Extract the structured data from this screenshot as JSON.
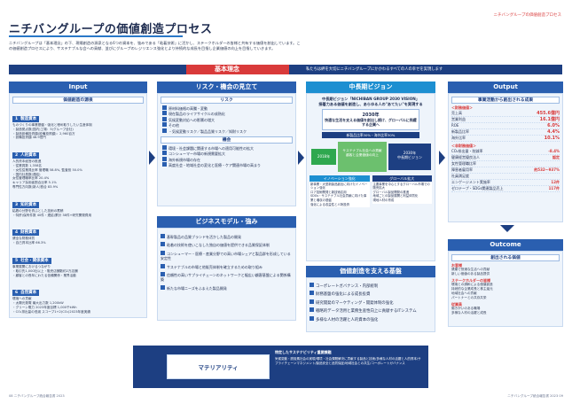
{
  "header": {
    "title": "ニチバングループの価値創造プロセス",
    "top_right": "ニチバングループの価値創造プロセス",
    "intro": "ニチバングループは「基本理念」の下、現場創造の源泉となる6つの資本を、強みである「粘着技術」に活かし、ステークホルダーの皆様と共有する価値を創出しています。この価値創造プロセスにより、サステナブルな会への貢献、並びにグループのレジリエンス強化とより持続的な成長を目指し企業価値の向上を目指していきます。"
  },
  "kihon": {
    "label": "基本理念",
    "text": "私たちは絆を大切にニチバングループにかかわるすべての人の幸せを実現します"
  },
  "input": {
    "title": "Input",
    "source_label": "価値創造の源泉",
    "capitals": [
      {
        "num": "1",
        "name": "製造資本",
        "lines": [
          "ものづくりの事業基盤・強化と埋め取りしたい生産体制",
          "・製造拠点数(国内)工場：5(グループ全社)",
          "・製造設備投資額(設備投資額)：2,960百万",
          "・設備投資額 48.9億円"
        ]
      },
      {
        "num": "2",
        "name": "人的資本",
        "lines": [
          "人的資本経営の推進",
          "・従業員数 1,358名",
          "・女性従業員比率 管理職 58.8%, 監査役 50.0%",
          "・国内社員数(連結)",
          "  女性管理職率比率 20.4%",
          "  キャリア採用者割合比率 5.1%",
          "  専門性方向数(新人)割合 83.9%"
        ]
      },
      {
        "num": "3",
        "name": "知的資本",
        "lines": [
          "粘着の分野を資ぶとした技術の蓄積",
          "・特許(保有件数 40件・連結)累計 38件+研究開発費用"
        ]
      },
      {
        "num": "4",
        "name": "財務資本",
        "lines": [
          "健全な財務体質",
          "・自己資本比率 66.3%"
        ]
      },
      {
        "num": "5",
        "name": "社会・関係資本",
        "lines": [
          "事業展開におけるつながり",
          "・取引先1,000社以上・販売店舗数約2万店舗",
          "・顧客との長年にわたる信頼関係・業界活動"
        ]
      },
      {
        "num": "6",
        "name": "自然資本",
        "lines": [
          "環境への貢献",
          "・太陽光発電 最大出力数 1,200kW",
          "・グリーン電力 2023年度目標 1,000千kWh",
          "・CO₂排出量の低減 スコープ1+2(CO₂)2023年度実績"
        ]
      }
    ]
  },
  "risk": {
    "title": "リスク・機会の見立て",
    "risk_label": "リスク",
    "risks": [
      "原材料価格の高騰・変動",
      "現在製品のライフサイクルの成熟化",
      "気候変動対応への影響の増大",
      "その他",
      "・気候変動リスク／製品品質リスク／知財リスク"
    ],
    "opp_label": "機会",
    "opps": [
      "環境・社会課題に関連する市場への適用可能性の拡大",
      "コンシューマー市場の新規需要拡大",
      "海外新規市場の存在",
      "高度社会・地域社会の変化と医療・ケア関連市場の高まり"
    ]
  },
  "strengths": {
    "title": "ビジネスモデル・強み",
    "items": [
      "基幹製品の品質ブランドを活かした製品の開発",
      "粘着の技術を使いこなした独自の価値を提供できる品質保証体制",
      "コンシューマー・医療・産業分野での高い市場シェアと製品群を形成している安定性",
      "サステナブルの市場と他販売体制を確立するための取り組み",
      "信頼性の高いサプライチェーンのネットワークと幅広い顧客基盤による関係構築",
      "新たな市場ニーズをふまえた製品開発"
    ]
  },
  "vision": {
    "title": "中長期ビジョン",
    "subtitle": "中長期ビジョン「NICHIBAN GROUP 2030 VISION」\n接着力ある価値を創造し、あらゆる人の\"あてたい\"を実現する",
    "year": "2030年",
    "goal": "快適な生活を支える価値を創出し続け、グローバルに飛躍する企業へ",
    "kpi": "新製品比率30%・海外比率30%",
    "arrow_2018": "2018年",
    "arrow_mid": "サステナブル社会への貢献\n顧客と企業価値の向上",
    "arrow_2030": "2030年\n中長期ビジョン",
    "innov_label": "イノベーション強化",
    "innov": [
      "新事業・大型新製品創出に向けたイノベーション強化",
      "ロア技術開発と新技術応用",
      "SDGs・サステナブル社会貢献に向けた事業と増収の基盤",
      "強化による収益性と人財投資"
    ],
    "global_label": "グローバル拡大",
    "global": [
      "主要事業を中心とするグローバル市場での販売拡大",
      "グローバル製品開発の推進",
      "地域ごとの製品展開と利益体質化",
      "現地人材の育成"
    ]
  },
  "foundation": {
    "title": "価値創造を支える基盤",
    "items": [
      "コーポレートガバナンス・内部統制",
      "財務基盤の強化による成長投資",
      "研究開発のマーケティング・開発体制の強化",
      "戦略的データ活用と業務生産性向上に貢献するITシステム",
      "多様な人材の活躍と人的資本の強化"
    ]
  },
  "output": {
    "title": "Output",
    "subtitle": "事業活動から創出される成果",
    "fin_label": "＜財務価値＞",
    "fin": [
      {
        "name": "売上高",
        "value": "455.6億円"
      },
      {
        "name": "営業利益",
        "value": "16.1億円"
      },
      {
        "name": "ROE",
        "value": "6.0%"
      },
      {
        "name": "新製品比率",
        "value": "4.4%"
      },
      {
        "name": "海外比率",
        "value": "10.1%"
      }
    ],
    "nonfin_label": "＜非財務価値＞",
    "nonfin": [
      {
        "name": "CO₂排出量・削減率",
        "value": "-8.4%"
      },
      {
        "name": "健康経営優良法人",
        "value": "認定"
      },
      {
        "name": "女性管理職比率",
        "value": ""
      },
      {
        "name": "障害者雇用率",
        "value": "約532〜937%"
      },
      {
        "name": "社員満足度",
        "value": ""
      },
      {
        "name": "エンゲージメント実施率",
        "value": "12件"
      },
      {
        "name": "ゼロテープ・SDGs関連製品売上",
        "value": "117件"
      }
    ]
  },
  "outcome": {
    "title": "Outcome",
    "subtitle": "創出される価値",
    "groups": [
      {
        "label": "お客様",
        "items": [
          "健康で快適な生活への貢献",
          "新しい価値のある製品提供"
        ]
      },
      {
        "label": "ステークホルダーの皆様",
        "items": [
          "環境との調和による価値創造",
          "持続的な企業成長と株主還元",
          "地域社会への貢献",
          "パートナーとの共存共栄"
        ]
      },
      {
        "label": "従業員",
        "items": [
          "働きがいのある職場",
          "多様な人材の活躍と成長"
        ]
      }
    ]
  },
  "materiality": {
    "label": "マテリアリティ",
    "heading": "特定したサステナビリティ重要課題",
    "text": "気候変動・脱炭素社会の実現/環境・社会課題解決に貢献する製品と技術/多様な人材の活躍と人的資本/サプライチェーンマネジメント/製品安全と品質保証/地域社会との共生/コーポレートガバナンス"
  },
  "footer": {
    "left": "ニチバングループ統合報告書 2023",
    "right": "ニチバングループ統合報告書 2023",
    "page_left": "08",
    "page_right": "09"
  },
  "colors": {
    "navy": "#1d3f82",
    "blue": "#2a5fb0",
    "red": "#d93a3a",
    "light": "#eef4fb",
    "green": "#2fa84f"
  }
}
